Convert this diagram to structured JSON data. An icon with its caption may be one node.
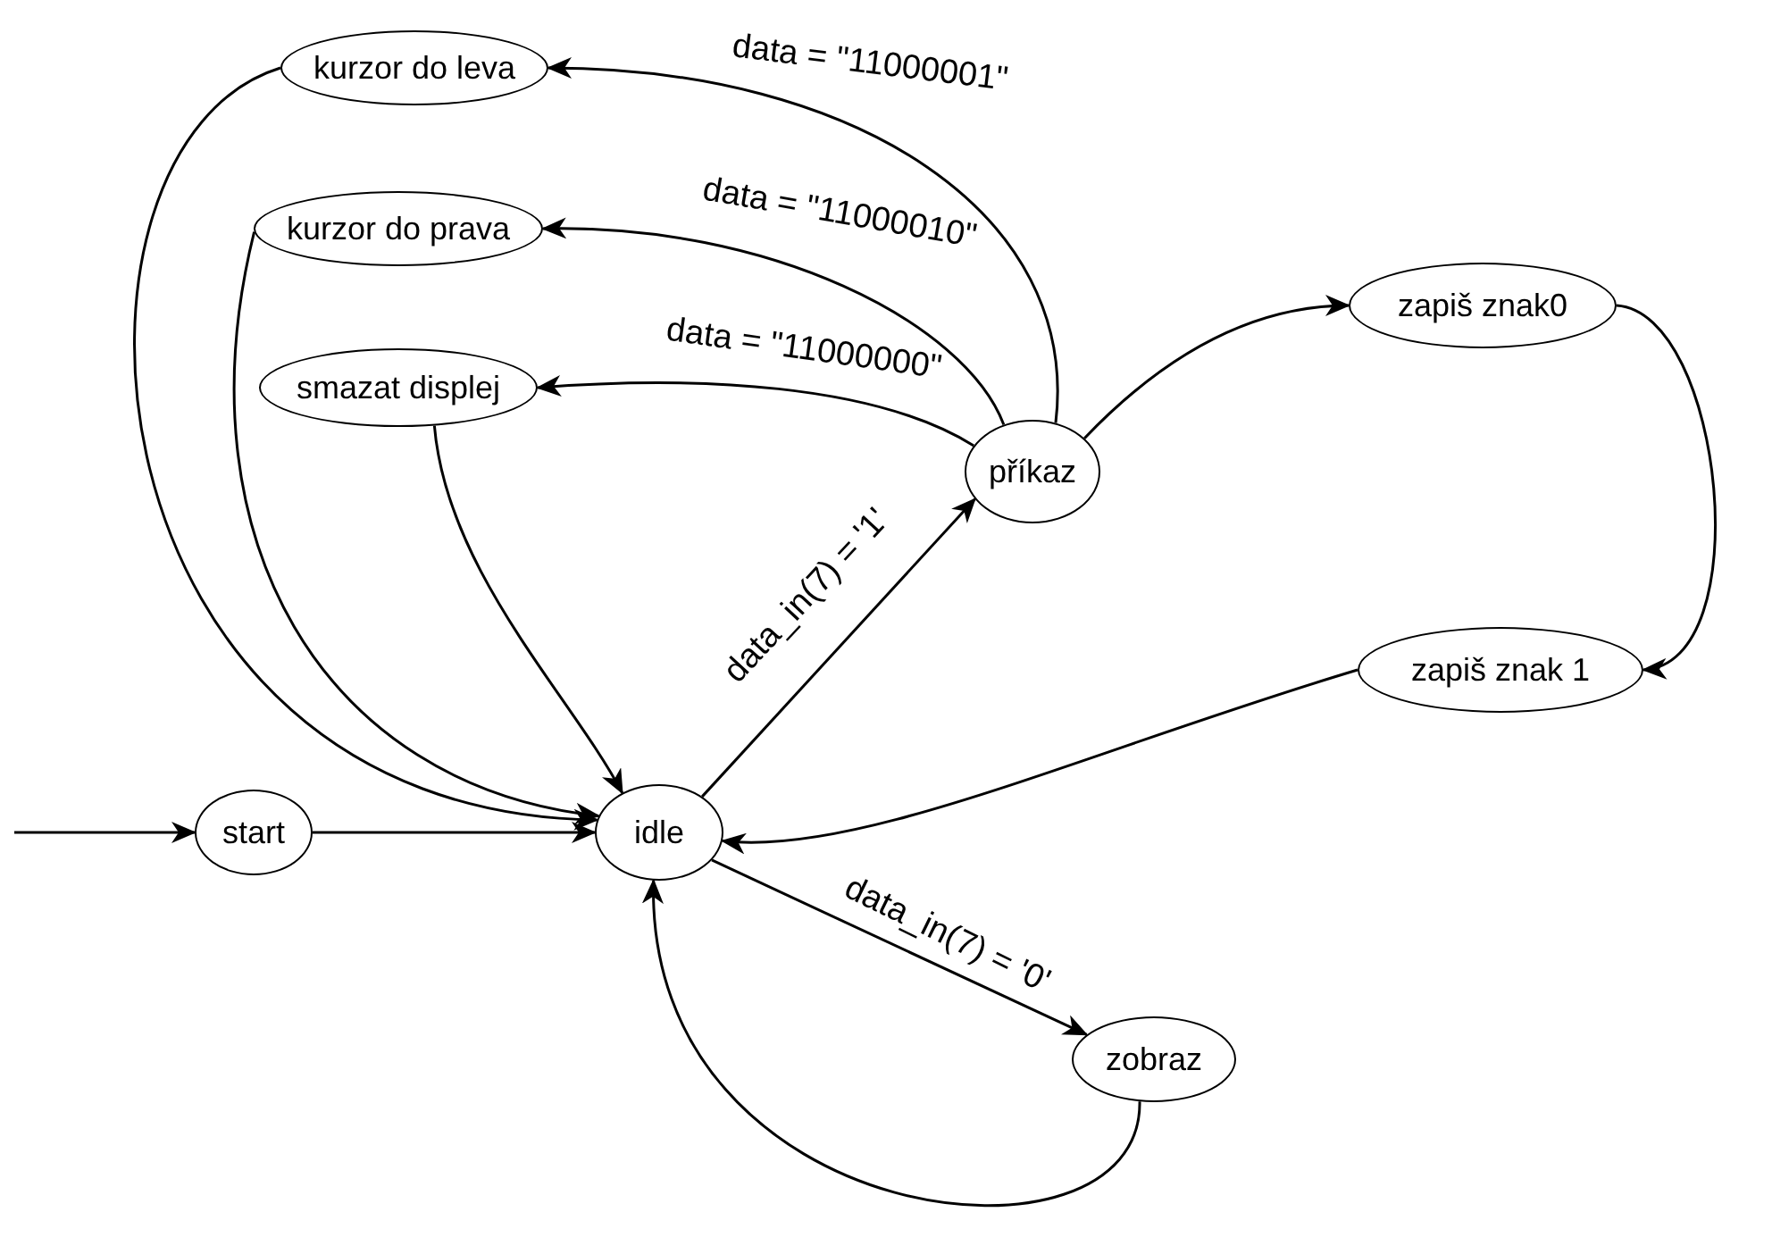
{
  "diagram": {
    "nodes": [
      {
        "text": [
          "kurzor do leva"
        ]
      },
      {
        "text": [
          "kurzor do prava"
        ]
      },
      {
        "text": [
          "smazat displej"
        ]
      },
      {
        "text": [
          "příkaz"
        ]
      },
      {
        "text": [
          "zapiš znak0"
        ]
      },
      {
        "text": [
          "zapiš znak 1"
        ]
      },
      {
        "text": [
          "start"
        ]
      },
      {
        "text": [
          "idle"
        ]
      },
      {
        "text": [
          "zobraz"
        ]
      }
    ],
    "edges": [
      {
        "from": null,
        "to": 6,
        "arrow": "to"
      },
      {
        "from": 6,
        "to": 7,
        "arrow": "to"
      },
      {
        "from": 7,
        "to": 3,
        "arrow": "to",
        "label": "data_in(7) = '1'"
      },
      {
        "from": 3,
        "to": 0,
        "arrow": "to",
        "label": "data = \"11000001\""
      },
      {
        "from": 3,
        "to": 1,
        "arrow": "to",
        "label": "data = \"11000010\""
      },
      {
        "from": 3,
        "to": 2,
        "arrow": "to",
        "label": "data = \"11000000\""
      },
      {
        "from": 3,
        "to": 4,
        "arrow": "to"
      },
      {
        "from": 4,
        "to": 5,
        "arrow": "to"
      },
      {
        "from": 5,
        "to": 7,
        "arrow": "to"
      },
      {
        "from": 7,
        "to": 8,
        "arrow": "to",
        "label": "data_in(7) = '0'"
      },
      {
        "from": 8,
        "to": 7,
        "arrow": "to"
      },
      {
        "from": 0,
        "to": 7,
        "arrow": "to"
      },
      {
        "from": 1,
        "to": 7,
        "arrow": "to"
      },
      {
        "from": 2,
        "to": 7,
        "arrow": "to"
      }
    ]
  }
}
